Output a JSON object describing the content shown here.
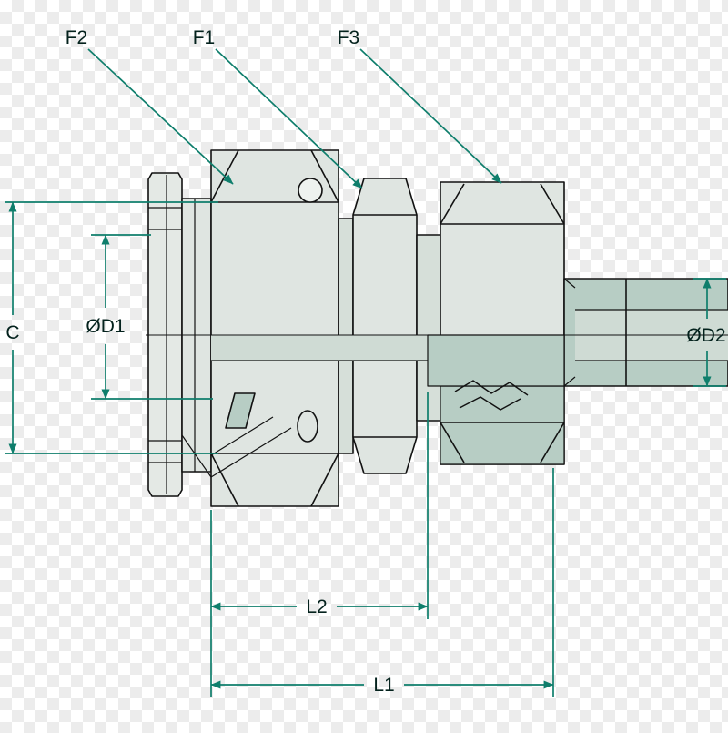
{
  "diagram": {
    "callouts": {
      "f1": "F1",
      "f2": "F2",
      "f3": "F3"
    },
    "dimensions": {
      "c": "C",
      "d1": "ØD1",
      "d2": "ØD2",
      "l1": "L1",
      "l2": "L2"
    },
    "colors": {
      "dimension_line": "#0f7e6c",
      "outline": "#121212",
      "fill_light": "#dfe5e1",
      "fill_medium": "#b7cdc4",
      "fill_bore": "#cfdbd4",
      "checker": "#ececec"
    }
  }
}
